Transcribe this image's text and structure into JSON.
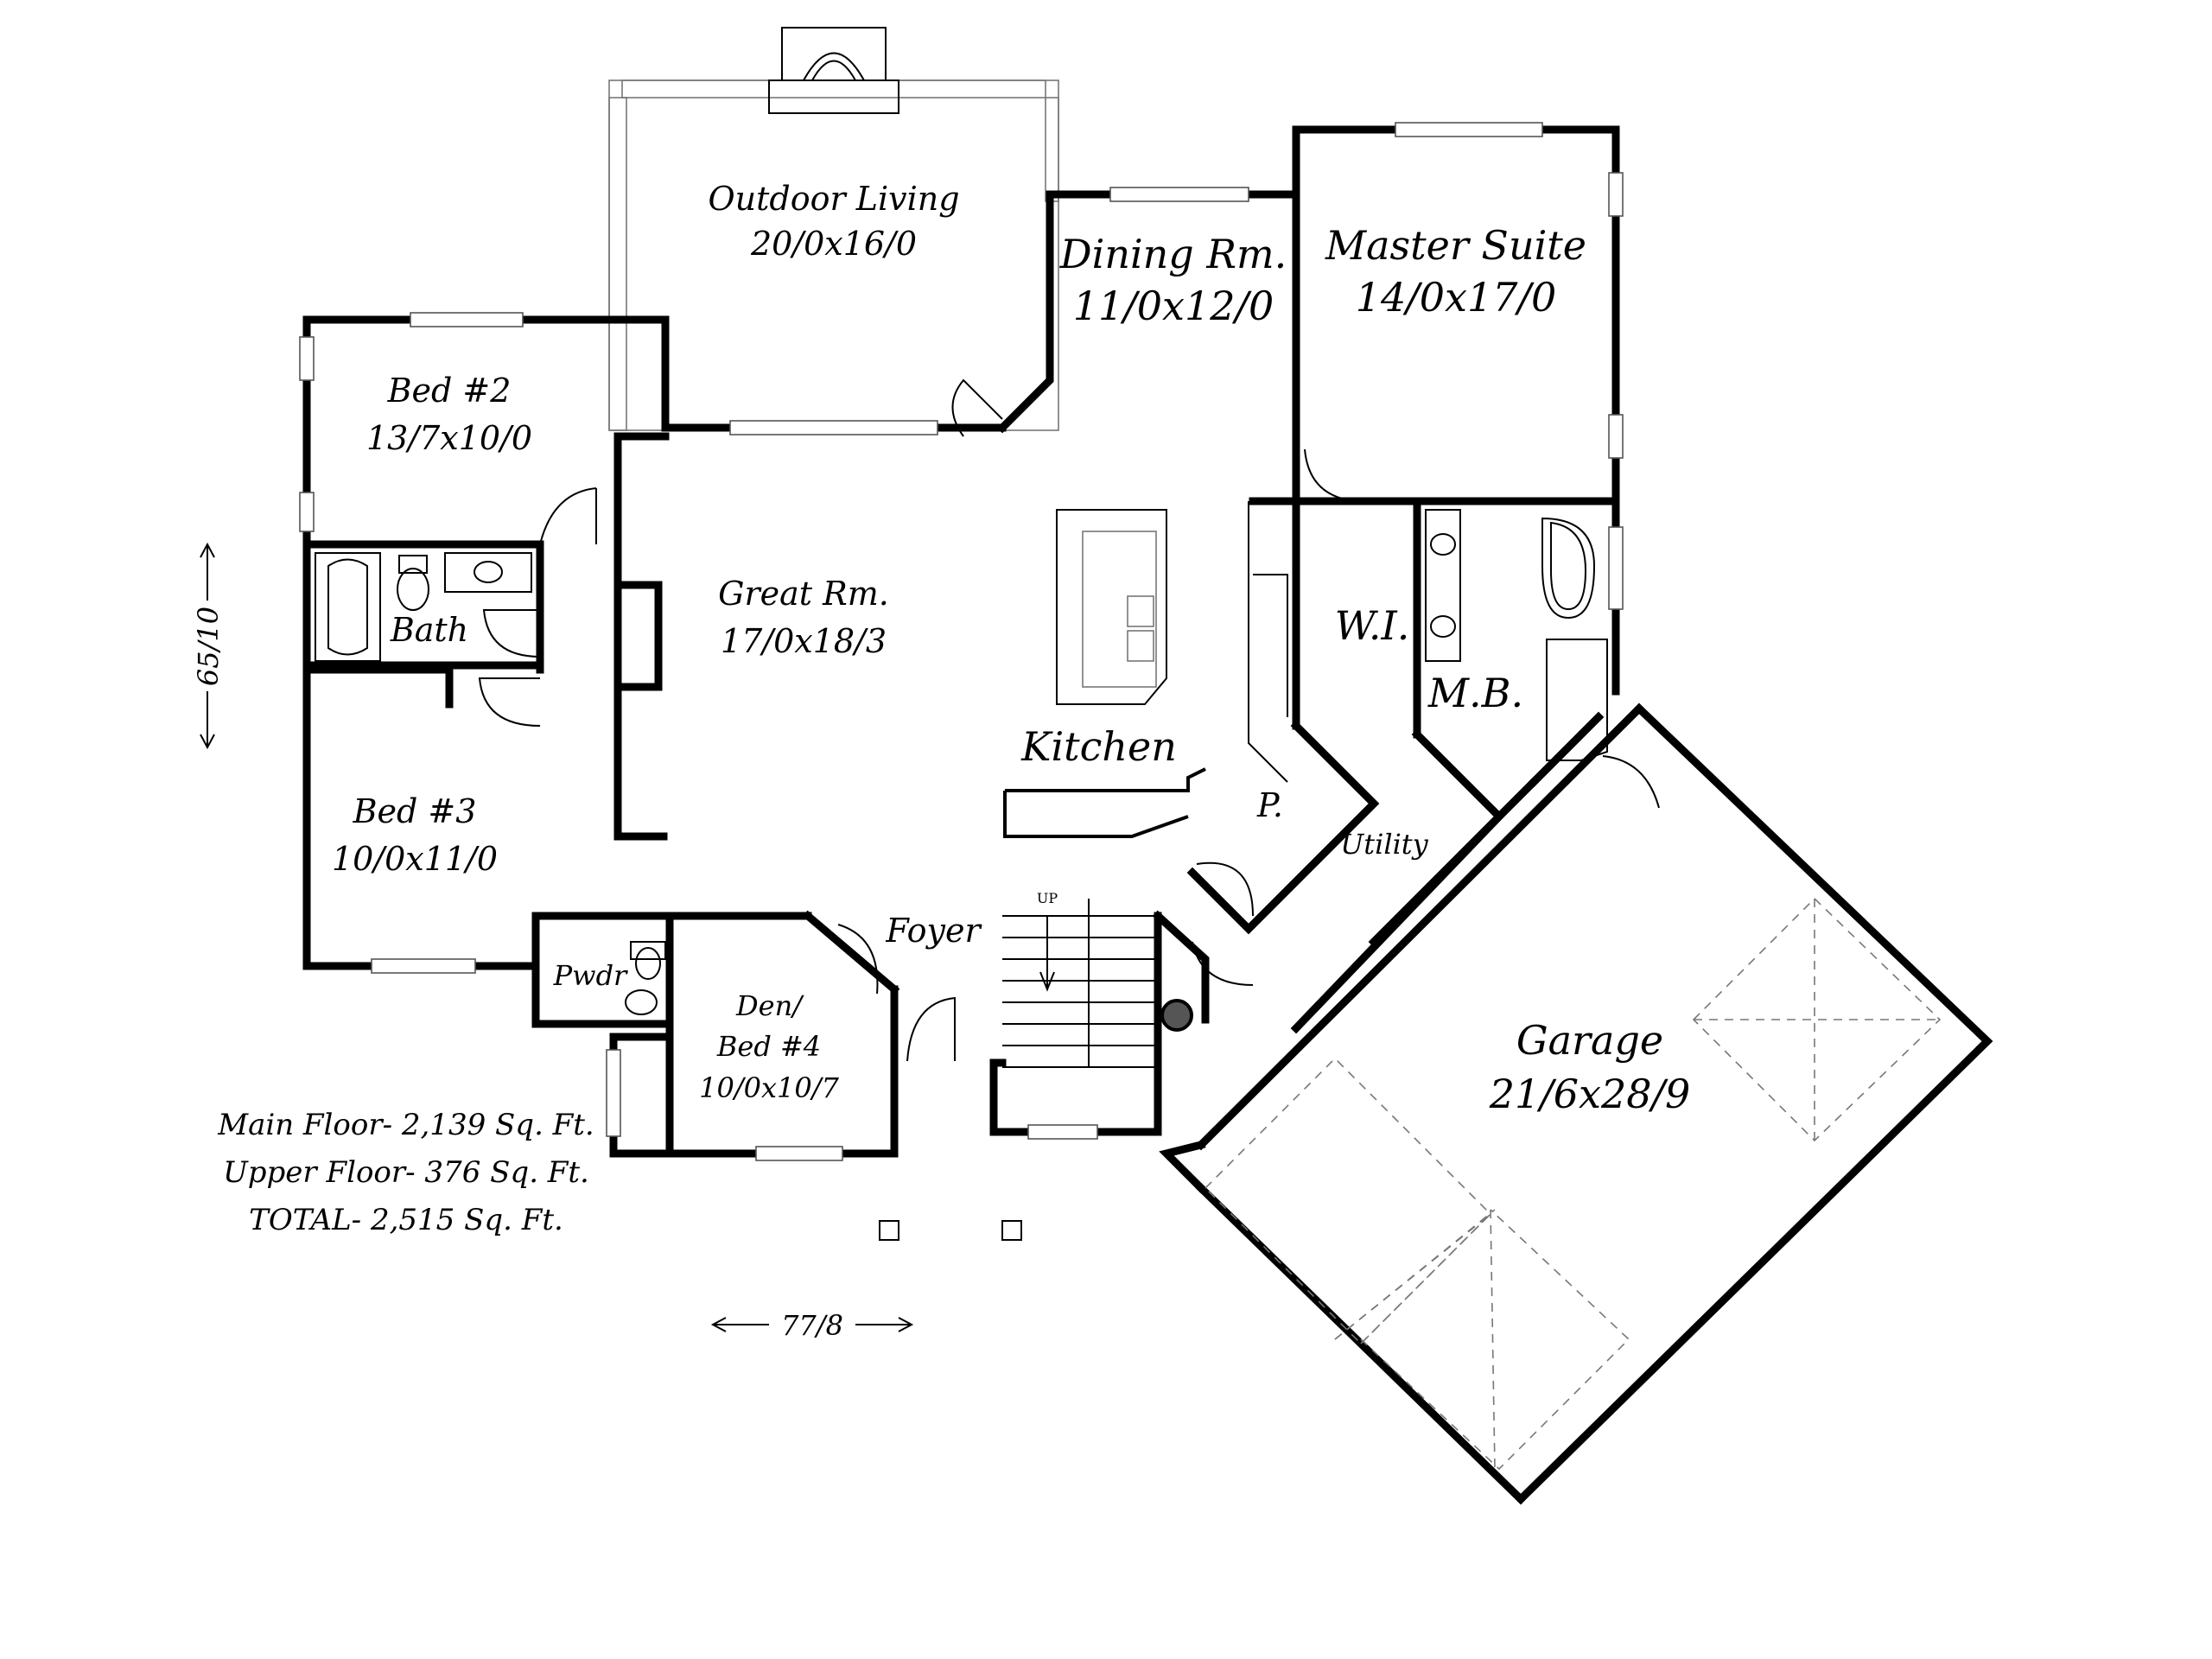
{
  "rooms": {
    "outdoor_living": {
      "name": "Outdoor Living",
      "dims": "20/0x16/0"
    },
    "dining": {
      "name": "Dining Rm.",
      "dims": "11/0x12/0"
    },
    "master_suite": {
      "name": "Master Suite",
      "dims": "14/0x17/0"
    },
    "bed2": {
      "name": "Bed #2",
      "dims": "13/7x10/0"
    },
    "bath": {
      "name": "Bath"
    },
    "great_room": {
      "name": "Great Rm.",
      "dims": "17/0x18/3"
    },
    "wi": {
      "name": "W.I."
    },
    "mb": {
      "name": "M.B."
    },
    "kitchen": {
      "name": "Kitchen"
    },
    "pantry": {
      "name": "P."
    },
    "utility": {
      "name": "Utility"
    },
    "bed3": {
      "name": "Bed #3",
      "dims": "10/0x11/0"
    },
    "foyer": {
      "name": "Foyer"
    },
    "pwdr": {
      "name": "Pwdr"
    },
    "den": {
      "name": "Den/",
      "name2": "Bed #4",
      "dims": "10/0x10/7"
    },
    "garage": {
      "name": "Garage",
      "dims": "21/6x28/9"
    },
    "stairs": {
      "label": "UP"
    }
  },
  "areas": {
    "main": "Main Floor- 2,139 Sq. Ft.",
    "upper": "Upper Floor- 376 Sq. Ft.",
    "total": "TOTAL- 2,515 Sq. Ft."
  },
  "dimensions": {
    "depth": "65/10",
    "width": "77/8"
  }
}
